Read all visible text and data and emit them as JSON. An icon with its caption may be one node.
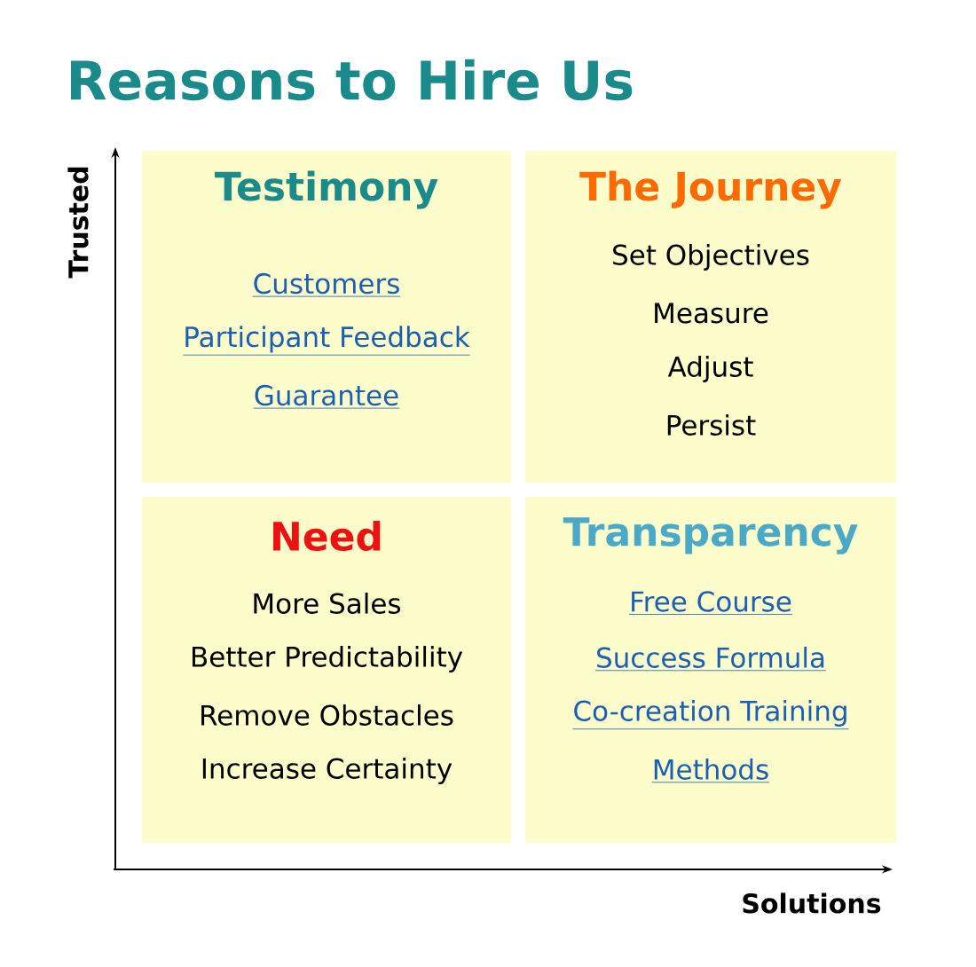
{
  "diagram": {
    "title": "Reasons to Hire Us",
    "nodes": [
      {
        "text": [
          "Testimony",
          "Customers",
          "Participant Feedback",
          "Guarantee"
        ]
      },
      {
        "text": [
          "The Journey",
          "Set Objectives",
          "Measure",
          "Adjust",
          "Persist"
        ]
      },
      {
        "text": [
          "Need",
          "More Sales",
          "Better Predictability",
          "Remove Obstacles",
          "Increase Certainty"
        ]
      },
      {
        "text": [
          "Transparency",
          "Free Course",
          "Success Formula",
          "Co-creation Training",
          "Methods"
        ]
      }
    ],
    "labels": [
      "Trusted",
      "Solutions"
    ]
  }
}
